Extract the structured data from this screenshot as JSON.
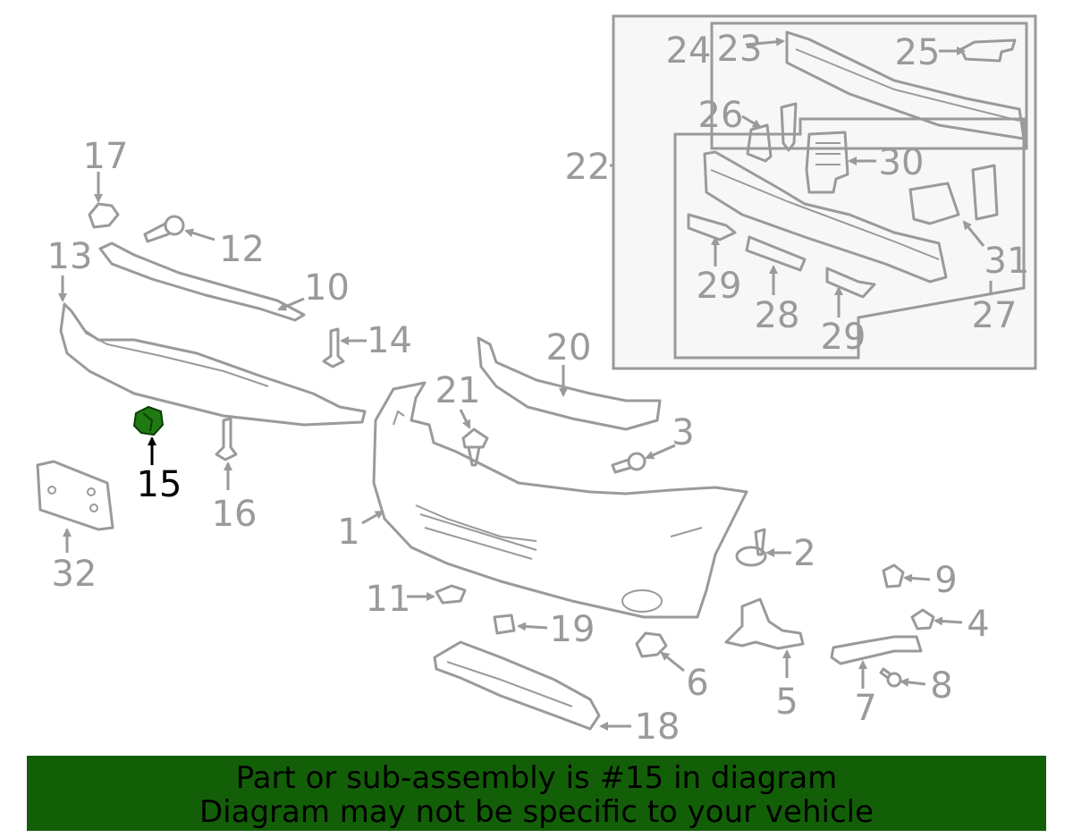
{
  "diagram": {
    "highlight_part": "15",
    "highlight_color": "#1f7a12",
    "label_color": "#9a9a9a",
    "labels": {
      "p1": "1",
      "p2": "2",
      "p3": "3",
      "p4": "4",
      "p5": "5",
      "p6": "6",
      "p7": "7",
      "p8": "8",
      "p9": "9",
      "p10": "10",
      "p11": "11",
      "p12": "12",
      "p13": "13",
      "p14": "14",
      "p15": "15",
      "p16": "16",
      "p17": "17",
      "p18": "18",
      "p19": "19",
      "p20": "20",
      "p21": "21",
      "p22": "22",
      "p23": "23",
      "p24": "24",
      "p25": "25",
      "p26": "26",
      "p27": "27",
      "p28": "28",
      "p29a": "29",
      "p29b": "29",
      "p30": "30",
      "p31": "31",
      "p32": "32"
    }
  },
  "banner": {
    "background": "#135f08",
    "line1": "Part or sub-assembly is #15 in diagram",
    "line2": "Diagram may not be specific to your vehicle"
  }
}
